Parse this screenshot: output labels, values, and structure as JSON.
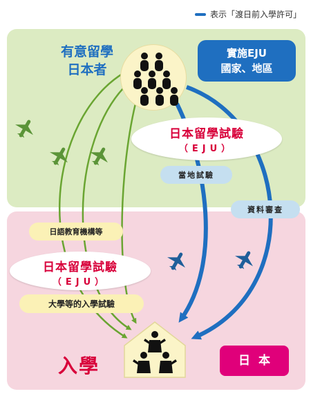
{
  "legend": {
    "text": "表示「渡日前入學許可」",
    "color": "#1f6fc0"
  },
  "origin": {
    "line1": "有意留學",
    "line2": "日本者"
  },
  "eju_countries": {
    "line1": "實施EJU",
    "line2": "國家、地區"
  },
  "exam_top": {
    "title": "日本留學試驗",
    "sub": "（EJU）"
  },
  "exam_bottom": {
    "title": "日本留學試驗",
    "sub": "（EJU）"
  },
  "local_exam": "當地試驗",
  "document_review": "資料審查",
  "japanese_school": "日語教育機構等",
  "university_exam": "大學等的入學試驗",
  "entry": "入學",
  "japan": "日本",
  "colors": {
    "blue": "#1f6fc0",
    "green": "#6aa532",
    "red": "#d8003a",
    "magenta": "#e0007a"
  }
}
